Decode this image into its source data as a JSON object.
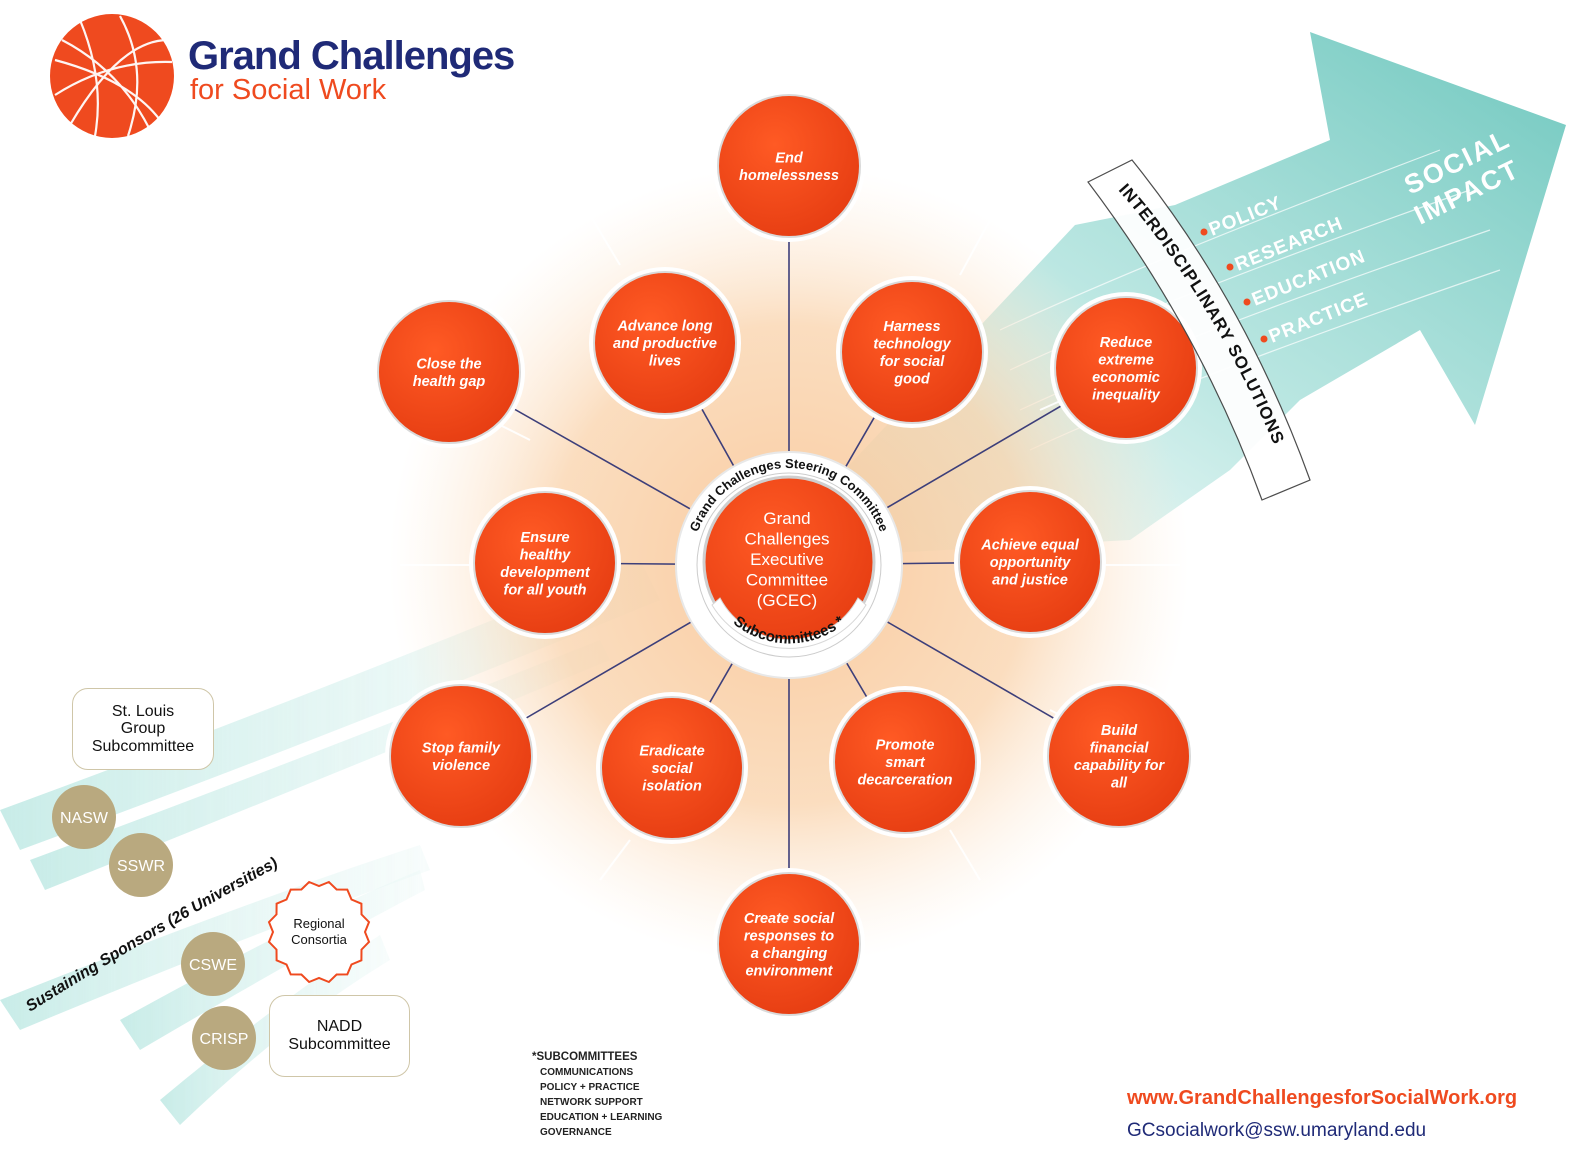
{
  "logo": {
    "title": "Grand Challenges",
    "subtitle": "for Social Work"
  },
  "center": {
    "lines": [
      "Grand",
      "Challenges",
      "Executive",
      "Committee",
      "(GCEC)"
    ],
    "ring_top": "Grand Challenges Steering Committee",
    "ring_bottom": "Subcommittees *"
  },
  "challenges": [
    {
      "id": "end-homelessness",
      "lines": [
        "End",
        "homelessness"
      ]
    },
    {
      "id": "harness-technology",
      "lines": [
        "Harness",
        "technology",
        "for social",
        "good"
      ]
    },
    {
      "id": "reduce-inequality",
      "lines": [
        "Reduce",
        "extreme",
        "economic",
        "inequality"
      ]
    },
    {
      "id": "achieve-equal-opportunity",
      "lines": [
        "Achieve equal",
        "opportunity",
        "and justice"
      ]
    },
    {
      "id": "build-financial-capability",
      "lines": [
        "Build",
        "financial",
        "capability for",
        "all"
      ]
    },
    {
      "id": "promote-decarceration",
      "lines": [
        "Promote",
        "smart",
        "decarceration"
      ]
    },
    {
      "id": "create-social-responses",
      "lines": [
        "Create social",
        "responses to",
        "a changing",
        "environment"
      ]
    },
    {
      "id": "eradicate-social-isolation",
      "lines": [
        "Eradicate",
        "social",
        "isolation"
      ]
    },
    {
      "id": "stop-family-violence",
      "lines": [
        "Stop family",
        "violence"
      ]
    },
    {
      "id": "ensure-healthy-development",
      "lines": [
        "Ensure",
        "healthy",
        "development",
        "for all youth"
      ]
    },
    {
      "id": "close-health-gap",
      "lines": [
        "Close the",
        "health gap"
      ]
    },
    {
      "id": "advance-long-lives",
      "lines": [
        "Advance long",
        "and productive",
        "lives"
      ]
    }
  ],
  "arrow": {
    "band_label": "INTERDISCIPLINARY SOLUTIONS",
    "streams": [
      "POLICY",
      "RESEARCH",
      "EDUCATION",
      "PRACTICE"
    ],
    "impact_lines": [
      "SOCIAL",
      "IMPACT"
    ]
  },
  "sponsors": {
    "label": "Sustaining Sponsors (26 Universities)",
    "st_louis": [
      "St. Louis",
      "Group",
      "Subcommittee"
    ],
    "nadd": [
      "NADD",
      "Subcommittee"
    ],
    "regional": [
      "Regional",
      "Consortia"
    ],
    "orgs": [
      "NASW",
      "SSWR",
      "CSWE",
      "CRISP"
    ]
  },
  "footnote": {
    "title": "SUBCOMMITTEES",
    "items": [
      "COMMUNICATIONS",
      "POLICY + PRACTICE",
      "NETWORK SUPPORT",
      "EDUCATION + LEARNING",
      "GOVERNANCE"
    ]
  },
  "contact": {
    "url": "www.GrandChallengesforSocialWork.org",
    "email": "GCsocialwork@ssw.umaryland.edu"
  },
  "colors": {
    "orange": "#ef4a1f",
    "navy": "#1f2a77",
    "teal": "#6fc9c0",
    "gold": "#b9a97f",
    "spoke": "#3d3f7a"
  }
}
